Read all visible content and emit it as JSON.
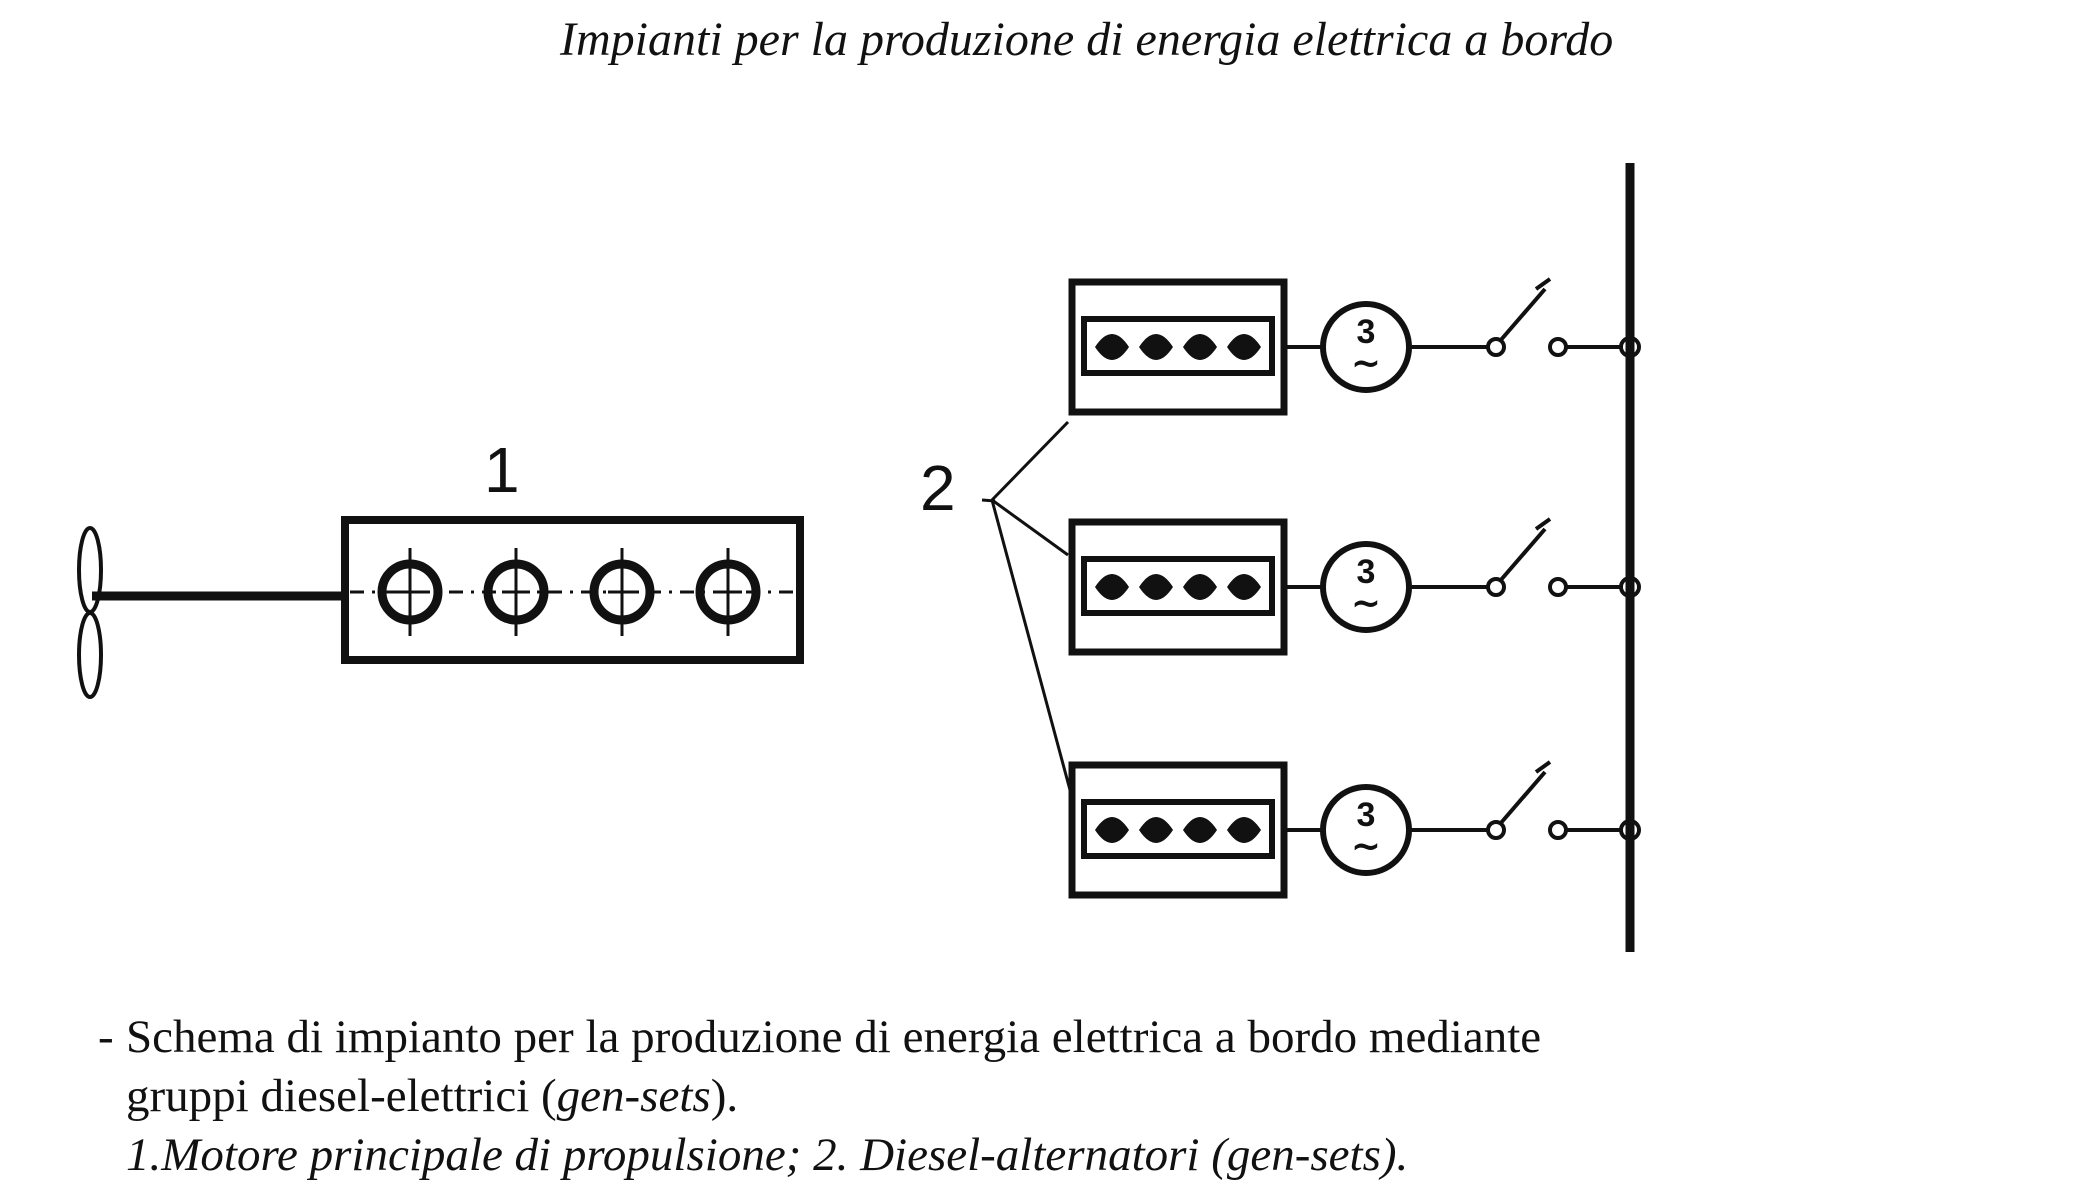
{
  "header": {
    "title": "Impianti per la produzione di energia elettrica a bordo"
  },
  "diagram": {
    "labels": {
      "main_engine": "1",
      "gensets": "2"
    },
    "generator": {
      "phases": "3",
      "symbol": "~"
    },
    "genset_count": 3,
    "main_engine_cylinders": 4,
    "genset_cylinders": 4
  },
  "caption": {
    "dash": "-",
    "line1": "Schema di impianto per la produzione di energia elettrica a bordo mediante",
    "line2_prefix": "gruppi diesel-elettrici (",
    "line2_italic": "gen-sets",
    "line2_suffix": ").",
    "line3": "1.Motore principale di propulsione; 2. Diesel-alternatori (gen-sets)."
  }
}
